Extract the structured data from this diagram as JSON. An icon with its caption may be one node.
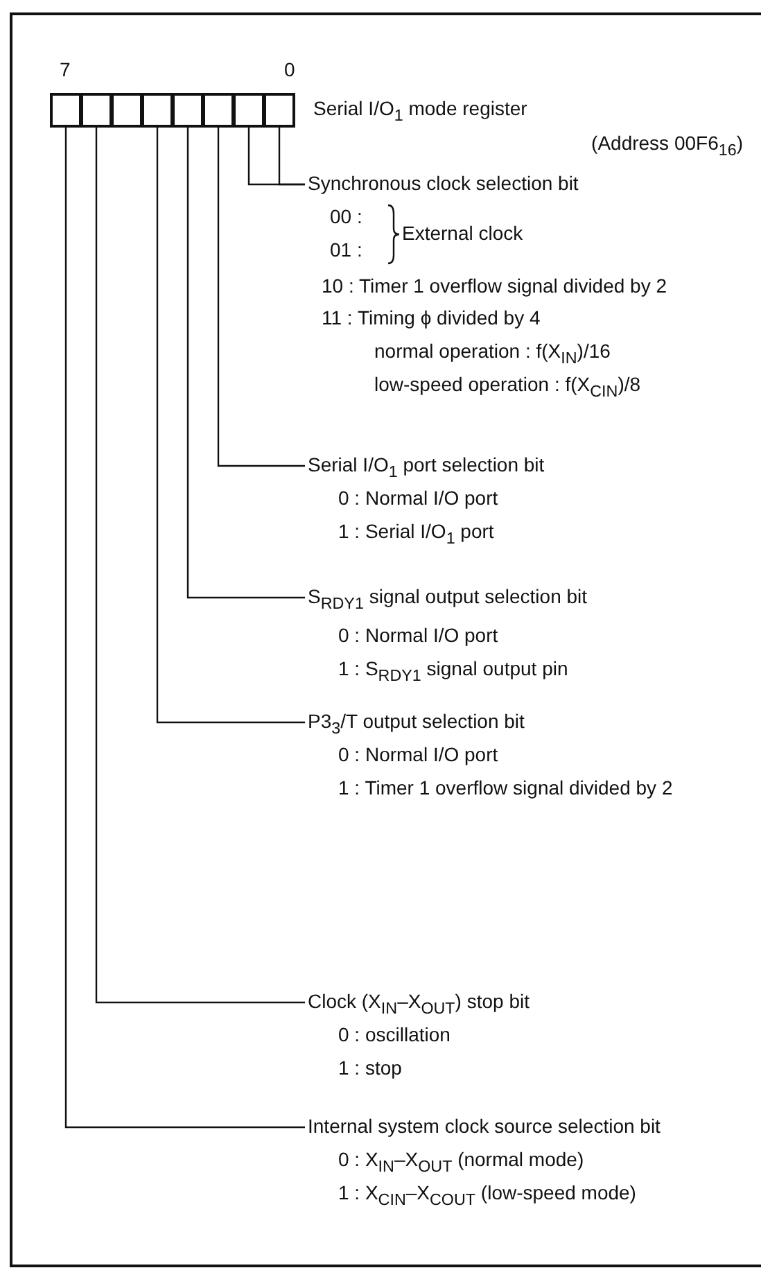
{
  "diagram": {
    "nodes": [
      {
        "text": [],
        "shape": "box"
      },
      {
        "text": [],
        "shape": "box"
      },
      {
        "text": [],
        "shape": "box"
      },
      {
        "text": [],
        "shape": "box"
      },
      {
        "text": [],
        "shape": "box"
      },
      {
        "text": [],
        "shape": "box"
      },
      {
        "text": [],
        "shape": "box"
      },
      {
        "text": [],
        "shape": "box"
      },
      {
        "text": [
          "Synchronous clock selection bit",
          "00 :",
          "01 :",
          "External clock",
          "10 : Timer 1 overflow signal divided by 2",
          "11 : Timing ϕ divided by 4",
          "normal operation : f(X$_{IN}$)/16",
          "low-speed operation : f(X$_{CIN}$)/8"
        ]
      },
      {
        "text": [
          "Serial I/O$_{1}$ port selection bit",
          "0 : Normal I/O port",
          "1 : Serial I/O$_{1}$ port"
        ]
      },
      {
        "text": [
          "S$_{RDY1}$ signal output selection bit",
          "0 : Normal I/O port",
          "1 : S$_{RDY1}$ signal output pin"
        ]
      },
      {
        "text": [
          "P3$_{3}$/T output selection bit",
          "0 : Normal I/O port",
          "1 : Timer 1 overflow signal divided by 2"
        ]
      },
      {
        "text": [
          "Clock (X$_{IN}$–X$_{OUT}$) stop bit",
          "0 : oscillation",
          "1 : stop"
        ]
      },
      {
        "text": [
          "Internal system clock source selection bit",
          "0 : X$_{IN}$–X$_{OUT}$ (normal mode)",
          "1 : X$_{CIN}$–X$_{COUT}$ (low-speed mode)"
        ]
      }
    ],
    "edges": [
      {
        "from": 6,
        "to": 8,
        "arrow": "none"
      },
      {
        "from": 7,
        "to": 8,
        "arrow": "none"
      },
      {
        "from": 5,
        "to": 9,
        "arrow": "none"
      },
      {
        "from": 4,
        "to": 10,
        "arrow": "none"
      },
      {
        "from": 3,
        "to": 11,
        "arrow": "none"
      },
      {
        "from": 1,
        "to": 12,
        "arrow": "none"
      },
      {
        "from": 0,
        "to": 13,
        "arrow": "none"
      }
    ],
    "labels": [
      "7",
      "0",
      "Serial I/O$_{1}$ mode register",
      "(Address 00F6$_{16}$)"
    ]
  }
}
